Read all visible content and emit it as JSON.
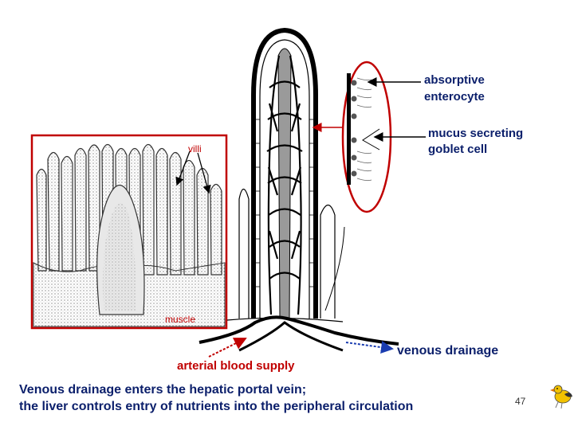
{
  "labels": {
    "absorptive_enterocyte": "absorptive\nenterocyte",
    "mucus_goblet": "mucus secreting\ngoblet cell",
    "villi": "villi",
    "muscle": "muscle",
    "arterial": "arterial blood supply",
    "venous": "venous drainage"
  },
  "caption": {
    "line1": "Venous drainage enters the hepatic portal vein;",
    "line2": "the liver controls entry of nutrients into the peripheral circulation"
  },
  "slide_number": "47",
  "colors": {
    "accent_red": "#c00000",
    "venous_blue": "#1a3cb0",
    "text_blue": "#0b1f6b",
    "line_black": "#000000"
  },
  "icons": [
    "villus-illustration",
    "mucosa-section-illustration",
    "bird-icon"
  ]
}
